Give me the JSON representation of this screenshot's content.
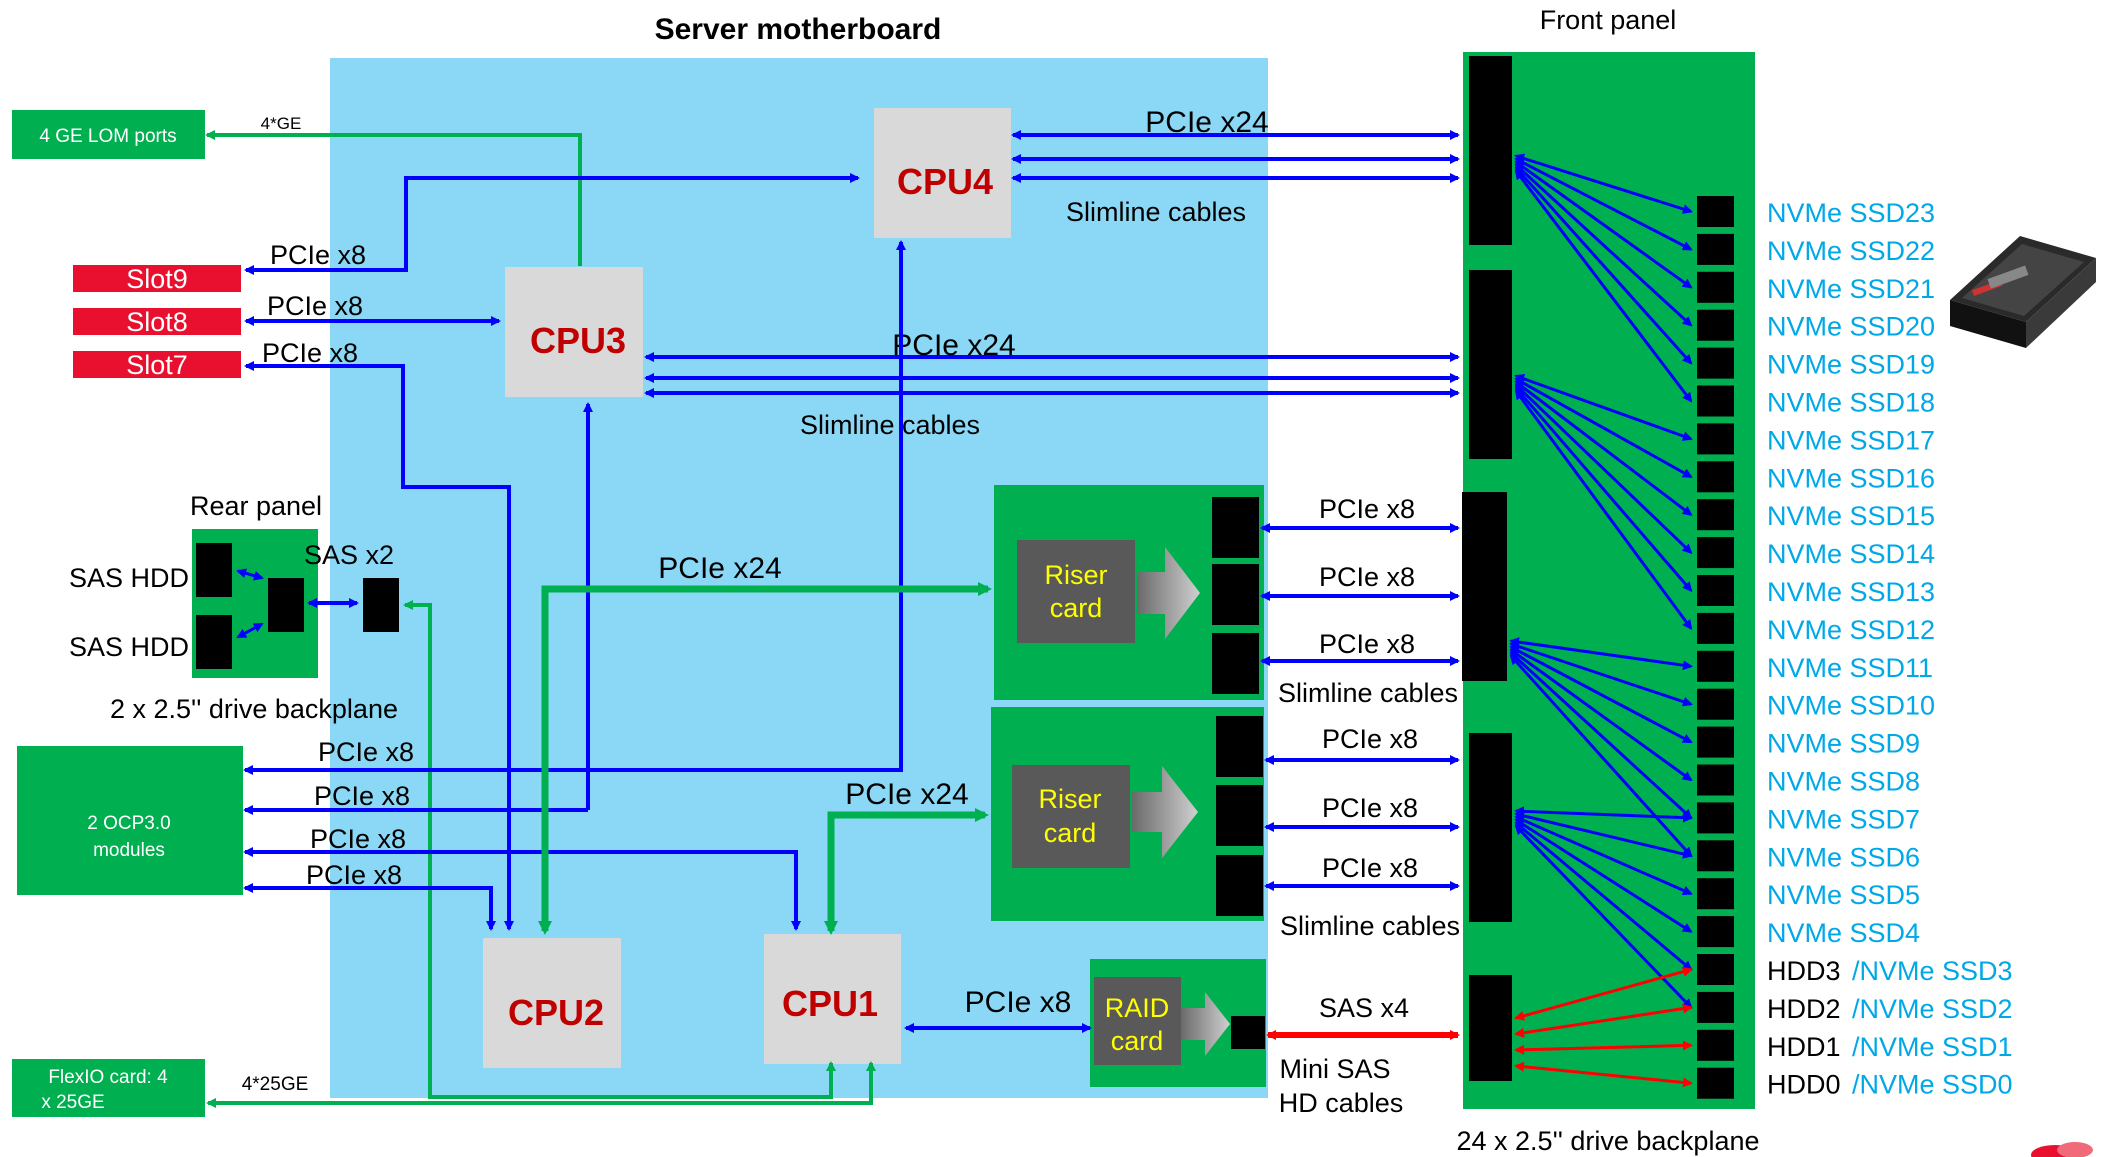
{
  "title": "Server motherboard",
  "front_panel": "Front panel",
  "rear_panel": "Rear panel",
  "lom": {
    "label": "4 GE LOM ports",
    "link": "4*GE"
  },
  "slots": [
    "Slot9",
    "Slot8",
    "Slot7"
  ],
  "cpus": {
    "cpu1": "CPU1",
    "cpu2": "CPU2",
    "cpu3": "CPU3",
    "cpu4": "CPU4"
  },
  "links": {
    "cpu4_front": "PCIe x24",
    "cpu4_slimline": "Slimline cables",
    "cpu3_front": "PCIe x24",
    "cpu3_slimline": "Slimline cables",
    "slot9": "PCIe x8",
    "slot8": "PCIe x8",
    "slot7": "PCIe x8",
    "riser1_in": "PCIe x24",
    "riser2_in": "PCIe x24",
    "riser1_a": "PCIe x8",
    "riser1_b": "PCIe x8",
    "riser1_c": "PCIe x8",
    "riser1_slimline": "Slimline cables",
    "riser2_a": "PCIe x8",
    "riser2_b": "PCIe x8",
    "riser2_c": "PCIe x8",
    "riser2_slimline": "Slimline cables",
    "ocp_a": "PCIe x8",
    "ocp_b": "PCIe x8",
    "ocp_c": "PCIe x8",
    "ocp_d": "PCIe x8",
    "raid_in": "PCIe x8",
    "sas_x4": "SAS x4",
    "sas_x2": "SAS x2",
    "mini_sas_1": "Mini SAS",
    "mini_sas_2": "HD cables",
    "flexio_link": "4*25GE"
  },
  "rear": {
    "hdd1": "SAS HDD",
    "hdd2": "SAS HDD",
    "backplane": "2 x 2.5'' drive backplane"
  },
  "ocp": {
    "line1": "2 OCP3.0",
    "line2": "modules"
  },
  "flexio": {
    "line1": "FlexIO card: 4",
    "line2": "x 25GE"
  },
  "riser": {
    "line1": "Riser",
    "line2": "card"
  },
  "raid": {
    "line1": "RAID",
    "line2": "card"
  },
  "front_backplane": "24 x 2.5'' drive backplane",
  "nvme_ssds": [
    "NVMe SSD23",
    "NVMe SSD22",
    "NVMe SSD21",
    "NVMe SSD20",
    "NVMe SSD19",
    "NVMe SSD18",
    "NVMe SSD17",
    "NVMe SSD16",
    "NVMe SSD15",
    "NVMe SSD14",
    "NVMe SSD13",
    "NVMe SSD12",
    "NVMe SSD11",
    "NVMe SSD10",
    "NVMe SSD9",
    "NVMe SSD8",
    "NVMe SSD7",
    "NVMe SSD6",
    "NVMe SSD5",
    "NVMe SSD4"
  ],
  "hybrid_bays": [
    {
      "hdd": "HDD3",
      "nvme": "/NVMe SSD3"
    },
    {
      "hdd": "HDD2",
      "nvme": "/NVMe SSD2"
    },
    {
      "hdd": "HDD1",
      "nvme": "/NVMe SSD1"
    },
    {
      "hdd": "HDD0",
      "nvme": "/NVMe SSD0"
    }
  ],
  "colors": {
    "board": "#8ad8f5",
    "green": "#00b050",
    "blue": "#0000ff",
    "red": "#e8102e",
    "cpu_fill": "#d9d9d9",
    "cpu_text": "#c00000",
    "ssd_text": "#00a8e8",
    "link_green": "#00b050",
    "sas_red": "#ff0000",
    "riser_text": "#ffff00"
  }
}
